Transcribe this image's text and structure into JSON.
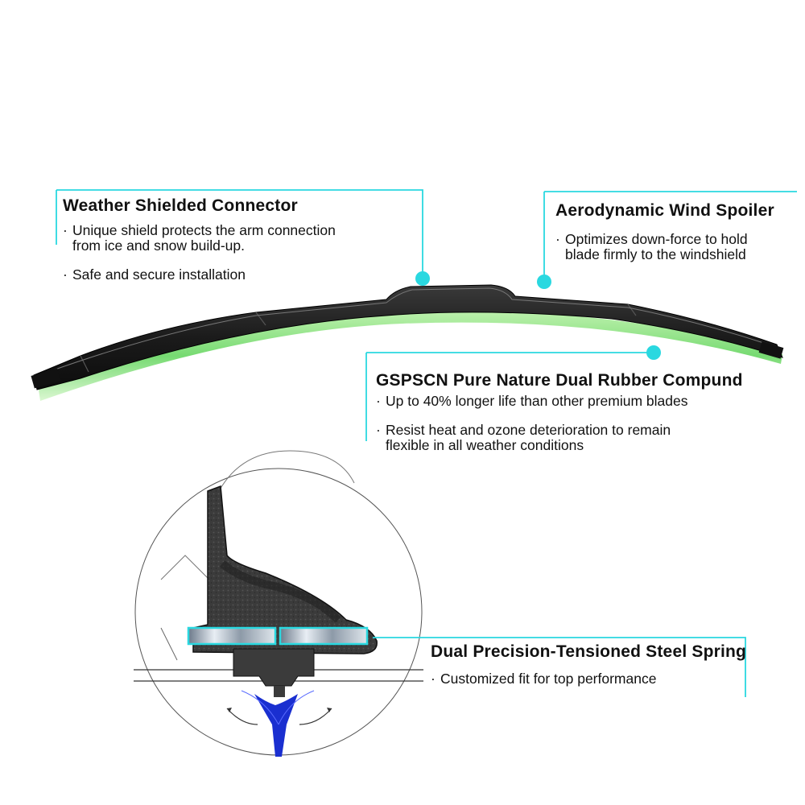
{
  "colors": {
    "accent": "#2ad8e0",
    "rubber": "#6fd86a",
    "blade": "#1c1c1c",
    "tip": "#1a2fd0"
  },
  "callouts": {
    "connector": {
      "title": "Weather Shielded Connector",
      "bullets": [
        {
          "dot": "·",
          "line1": "Unique shield protects the arm connection",
          "line2": "from ice and snow build-up."
        },
        {
          "dot": "·",
          "line1": "Safe and secure installation",
          "line2": ""
        }
      ]
    },
    "spoiler": {
      "title": "Aerodynamic Wind Spoiler",
      "bullets": [
        {
          "dot": "·",
          "line1": "Optimizes down-force to hold",
          "line2": "blade firmly to the windshield"
        }
      ]
    },
    "rubber": {
      "title": "GSPSCN Pure Nature Dual Rubber Compund",
      "bullets": [
        {
          "dot": "·",
          "line1": "Up to 40% longer life than other premium blades",
          "line2": ""
        },
        {
          "dot": "·",
          "line1": "Resist heat and ozone deterioration to remain",
          "line2": "flexible in all weather conditions"
        }
      ]
    },
    "spring": {
      "title": "Dual Precision-Tensioned Steel Spring",
      "bullets": [
        {
          "dot": "·",
          "line1": "Customized fit for top performance",
          "line2": ""
        }
      ]
    }
  }
}
